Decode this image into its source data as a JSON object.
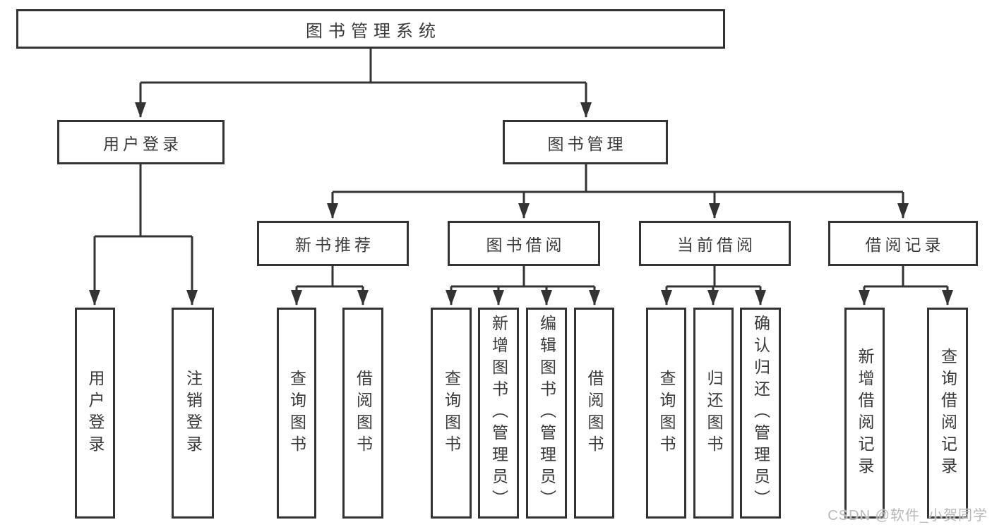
{
  "colors": {
    "line": "#333333",
    "text": "#3a3a3a",
    "watermark": "#b9b9b9",
    "background": "#ffffff"
  },
  "watermark": "CSDN @软件_小贺同学",
  "tree": {
    "label": "图书管理系统",
    "children": [
      {
        "label": "用户登录",
        "children": [
          {
            "label": "用户登录"
          },
          {
            "label": "注销登录"
          }
        ]
      },
      {
        "label": "图书管理",
        "children": [
          {
            "label": "新书推荐",
            "children": [
              {
                "label": "查询图书"
              },
              {
                "label": "借阅图书"
              }
            ]
          },
          {
            "label": "图书借阅",
            "children": [
              {
                "label": "查询图书"
              },
              {
                "label": "新增图书（管理员）"
              },
              {
                "label": "编辑图书（管理员）"
              },
              {
                "label": "借阅图书"
              }
            ]
          },
          {
            "label": "当前借阅",
            "children": [
              {
                "label": "查询图书"
              },
              {
                "label": "归还图书"
              },
              {
                "label": "确认归还（管理员）"
              }
            ]
          },
          {
            "label": "借阅记录",
            "children": [
              {
                "label": "新增借阅记录"
              },
              {
                "label": "查询借阅记录"
              }
            ]
          }
        ]
      }
    ]
  }
}
